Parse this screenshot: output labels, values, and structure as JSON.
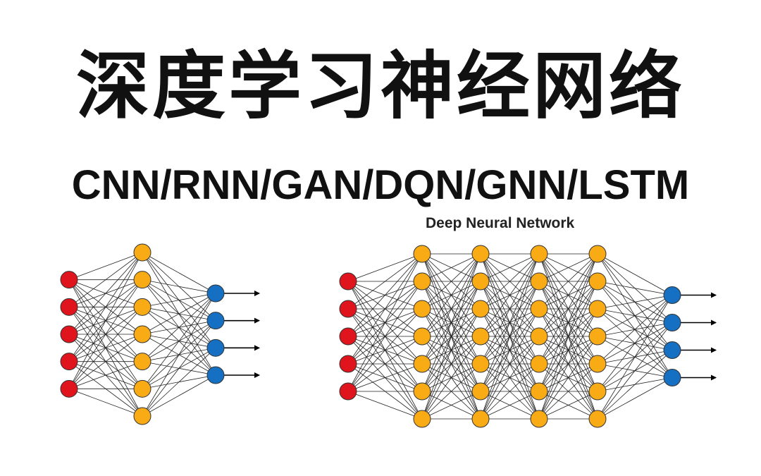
{
  "title": "深度学习神经网络",
  "subtitle": "CNN/RNN/GAN/DQN/GNN/LSTM",
  "deep_network_caption": "Deep Neural Network",
  "colors": {
    "input_node": "#e0141c",
    "hidden_node": "#f9ab15",
    "output_node": "#1570c4",
    "node_outline": "#333333",
    "connection": "#222222",
    "arrow": "#000000"
  },
  "networks": [
    {
      "name": "shallow-network",
      "layers": [
        {
          "kind": "input",
          "nodes": 5
        },
        {
          "kind": "hidden",
          "nodes": 7
        },
        {
          "kind": "output",
          "nodes": 4
        }
      ],
      "output_arrows": true
    },
    {
      "name": "deep-network",
      "layers": [
        {
          "kind": "input",
          "nodes": 5
        },
        {
          "kind": "hidden",
          "nodes": 7
        },
        {
          "kind": "hidden",
          "nodes": 7
        },
        {
          "kind": "hidden",
          "nodes": 7
        },
        {
          "kind": "hidden",
          "nodes": 7
        },
        {
          "kind": "output",
          "nodes": 4
        }
      ],
      "output_arrows": true
    }
  ]
}
